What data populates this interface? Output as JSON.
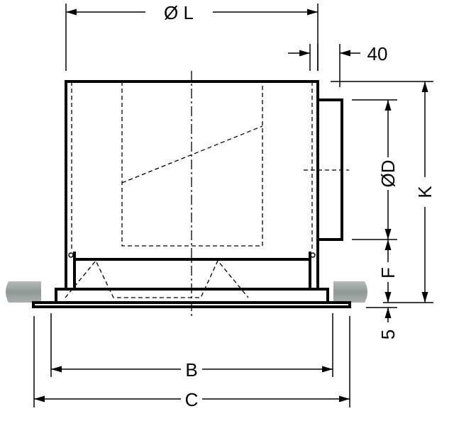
{
  "dimensions": {
    "L": "Ø L",
    "offset": "40",
    "D": "ØD",
    "K": "K",
    "F": "F",
    "plate": "5",
    "B": "B",
    "C": "C"
  },
  "colors": {
    "line": "#000000",
    "ceiling": "#9aa3a0"
  }
}
